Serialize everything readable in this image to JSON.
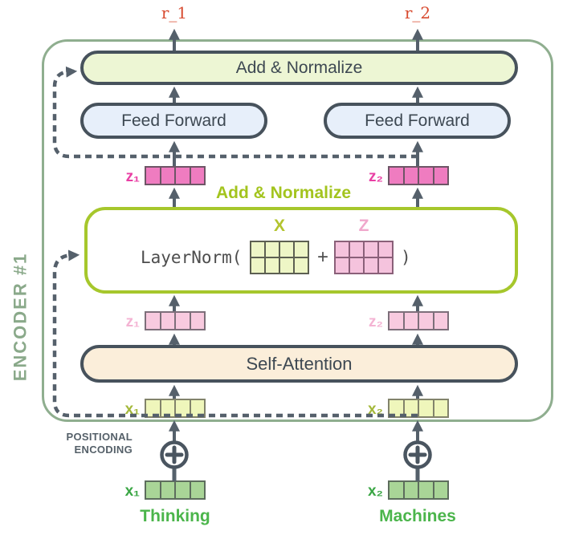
{
  "encoder": {
    "label": "ENCODER #1"
  },
  "outputs": {
    "r1": "r_1",
    "r2": "r_2"
  },
  "blocks": {
    "add_normalize_top": {
      "label": "Add & Normalize"
    },
    "feed_forward_1": {
      "label": "Feed Forward"
    },
    "feed_forward_2": {
      "label": "Feed Forward"
    },
    "add_normalize_mid": {
      "label": "Add & Normalize"
    },
    "layernorm": {
      "prefix": "LayerNorm(",
      "x_label": "X",
      "operator": "+",
      "z_label": "Z",
      "suffix": ")"
    },
    "self_attention": {
      "label": "Self-Attention"
    }
  },
  "vectors": {
    "z_out": {
      "v1": "z₁",
      "v2": "z₂"
    },
    "z_attn": {
      "v1": "z₁",
      "v2": "z₂"
    },
    "x_pos": {
      "v1": "x₁",
      "v2": "x₂"
    },
    "x_embed": {
      "v1": "x₁",
      "v2": "x₂"
    }
  },
  "positional_encoding": {
    "line1": "POSITIONAL",
    "line2": "ENCODING"
  },
  "words": {
    "w1": "Thinking",
    "w2": "Machines"
  },
  "colors": {
    "encoder_border": "#8fae8f",
    "add_normalize_fill": "#edf6d4",
    "feed_forward_fill": "#e7effa",
    "self_attention_fill": "#fbeeda",
    "layernorm_border": "#a6c72c",
    "block_border": "#47525c",
    "hot_pink_vector": "#ef7cc0",
    "light_pink_vector": "#f8cadf",
    "yellow_green_vector": "#eff6bb",
    "green_vector": "#a9d597",
    "word_green": "#4bb54b",
    "r_label_red": "#d84b30",
    "mid_norm_green": "#a3c41e",
    "arrow_gray": "#55606b"
  }
}
